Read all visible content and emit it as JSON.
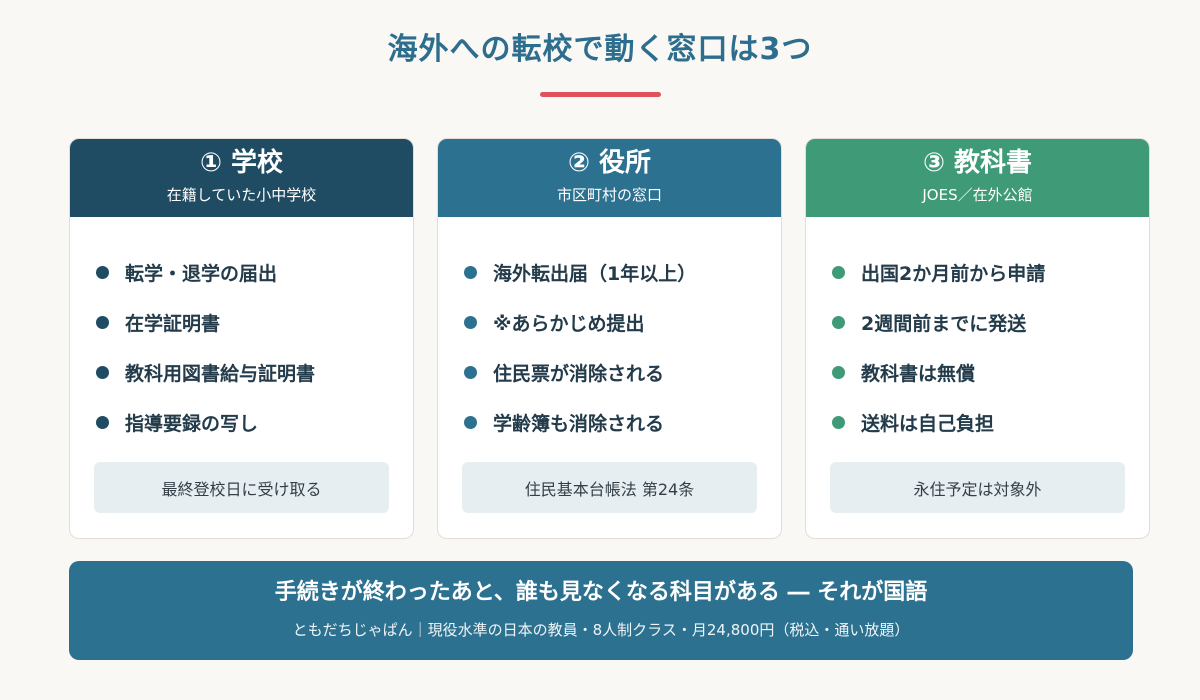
{
  "title": "海外への転校で動く窓口は3つ",
  "colors": {
    "accent_rule": "#e0535c",
    "card1": "#1f4b63",
    "card2": "#2d7190",
    "card3": "#3f9a77",
    "footer": "#2d7190"
  },
  "cards": [
    {
      "title": "① 学校",
      "subtitle": "在籍していた小中学校",
      "items": [
        "転学・退学の届出",
        "在学証明書",
        "教科用図書給与証明書",
        "指導要録の写し"
      ],
      "note": "最終登校日に受け取る"
    },
    {
      "title": "② 役所",
      "subtitle": "市区町村の窓口",
      "items": [
        "海外転出届（1年以上）",
        "※あらかじめ提出",
        "住民票が消除される",
        "学齢簿も消除される"
      ],
      "note": "住民基本台帳法 第24条"
    },
    {
      "title": "③ 教科書",
      "subtitle": "JOES／在外公館",
      "items": [
        "出国2か月前から申請",
        "2週間前までに発送",
        "教科書は無償",
        "送料は自己負担"
      ],
      "note": "永住予定は対象外"
    }
  ],
  "footer": {
    "main": "手続きが終わったあと、誰も見なくなる科目がある ― それが国語",
    "sub": "ともだちじゃぱん｜現役水準の日本の教員・8人制クラス・月24,800円（税込・通い放題）"
  }
}
